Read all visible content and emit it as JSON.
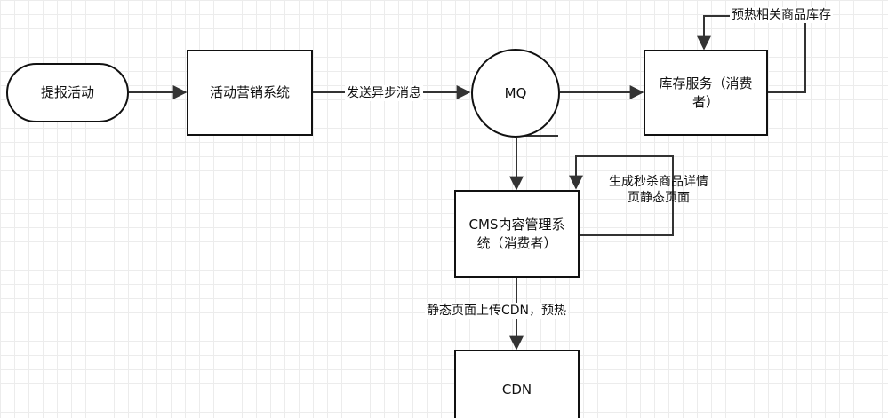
{
  "nodes": {
    "start": "提报活动",
    "marketing": "活动营销系统",
    "mq": "MQ",
    "inventory": "库存服务（消费者）",
    "cms": "CMS内容管理系统（消费者）",
    "cdn": "CDN"
  },
  "edge_labels": {
    "async_message": "发送异步消息",
    "preheat_inventory": "预热相关商品库存",
    "generate_pages": "生成秒杀商品详情页静态页面",
    "upload_cdn": "静态页面上传CDN，预热"
  },
  "colors": {
    "line": "#333333",
    "border": "#111111",
    "grid": "#ececec"
  }
}
